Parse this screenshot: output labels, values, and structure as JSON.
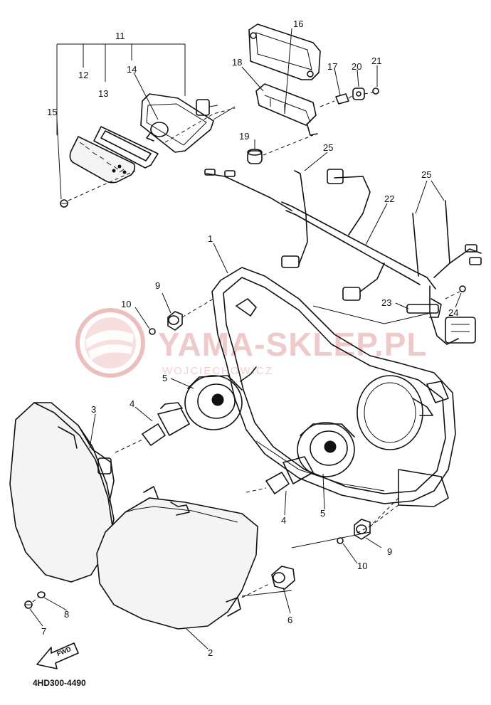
{
  "watermark": {
    "brand": "YAMA-SKLEP.PL",
    "sub": "WOJCIECHOWICZ",
    "color": "#e08a8a"
  },
  "footer": {
    "code": "4HD300-4490"
  },
  "fwd_label": "FWD",
  "callouts": {
    "c1": "1",
    "c2": "2",
    "c3": "3",
    "c4a": "4",
    "c4b": "4",
    "c5a": "5",
    "c5b": "5",
    "c6": "6",
    "c7": "7",
    "c8": "8",
    "c9a": "9",
    "c9b": "9",
    "c10a": "10",
    "c10b": "10",
    "c11": "11",
    "c12": "12",
    "c13": "13",
    "c14": "14",
    "c15": "15",
    "c16": "16",
    "c17": "17",
    "c18": "18",
    "c19": "19",
    "c20": "20",
    "c21": "21",
    "c22": "22",
    "c23": "23",
    "c24": "24",
    "c25a": "25",
    "c25b": "25"
  }
}
